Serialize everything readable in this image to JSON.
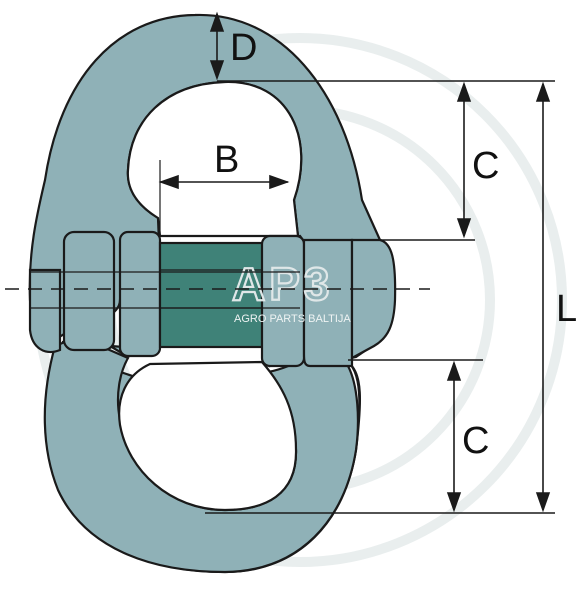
{
  "diagram": {
    "labels": {
      "d": "D",
      "b": "B",
      "c_top": "C",
      "c_bottom": "C",
      "l": "L"
    },
    "watermark": {
      "logo": "AP3",
      "subtitle": "AGRO PARTS BALTIJA"
    },
    "colors": {
      "body": "#8fb1b7",
      "pin": "#3f8278",
      "outline": "#1a1a1a",
      "watermark": "#e6ecec"
    }
  }
}
